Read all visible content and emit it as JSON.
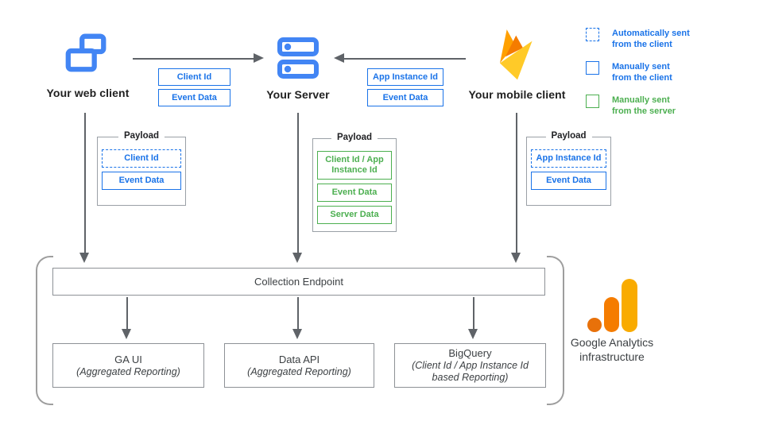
{
  "clients": {
    "web": {
      "label": "Your web client"
    },
    "server": {
      "label": "Your Server"
    },
    "mobile": {
      "label": "Your mobile client"
    }
  },
  "transfer_tags": {
    "web_to_server": [
      {
        "text": "Client Id"
      },
      {
        "text": "Event Data"
      }
    ],
    "mobile_to_server": [
      {
        "text": "App Instance Id"
      },
      {
        "text": "Event Data"
      }
    ]
  },
  "legend": {
    "items": [
      {
        "swatch": "dashed-blue",
        "line1": "Automatically sent",
        "line2": "from the client"
      },
      {
        "swatch": "solid-blue",
        "line1": "Manually sent",
        "line2": "from the client"
      },
      {
        "swatch": "solid-green",
        "line1": "Manually sent",
        "line2": "from the server"
      }
    ]
  },
  "payloads": [
    {
      "title": "Payload",
      "items": [
        {
          "text": "Client Id",
          "style": "dashed-blue"
        },
        {
          "text": "Event Data",
          "style": "solid-blue"
        }
      ]
    },
    {
      "title": "Payload",
      "items": [
        {
          "text": "Client Id / App Instance Id",
          "style": "solid-green"
        },
        {
          "text": "Event Data",
          "style": "solid-green"
        },
        {
          "text": "Server Data",
          "style": "solid-green"
        }
      ]
    },
    {
      "title": "Payload",
      "items": [
        {
          "text": "App Instance Id",
          "style": "dashed-blue"
        },
        {
          "text": "Event Data",
          "style": "solid-blue"
        }
      ]
    }
  ],
  "infrastructure": {
    "collection_endpoint_label": "Collection Endpoint",
    "outputs": [
      {
        "title": "GA UI",
        "subtitle": "(Aggregated Reporting)"
      },
      {
        "title": "Data API",
        "subtitle": "(Aggregated Reporting)"
      },
      {
        "title": "BigQuery",
        "subtitle": "(Client Id / App Instance Id based Reporting)"
      }
    ],
    "brand": {
      "line1": "Google Analytics",
      "line2": "infrastructure"
    }
  },
  "colors": {
    "blue": "#1a73e8",
    "icon_blue": "#4285f4",
    "green": "#4caf50",
    "arrow_gray": "#5f6368",
    "firebase_yellow": "#FFCA28",
    "firebase_amber": "#FFA000",
    "firebase_orange": "#F57C00",
    "ga_orange": "#E8710A",
    "ga_amber": "#F9AB00"
  }
}
